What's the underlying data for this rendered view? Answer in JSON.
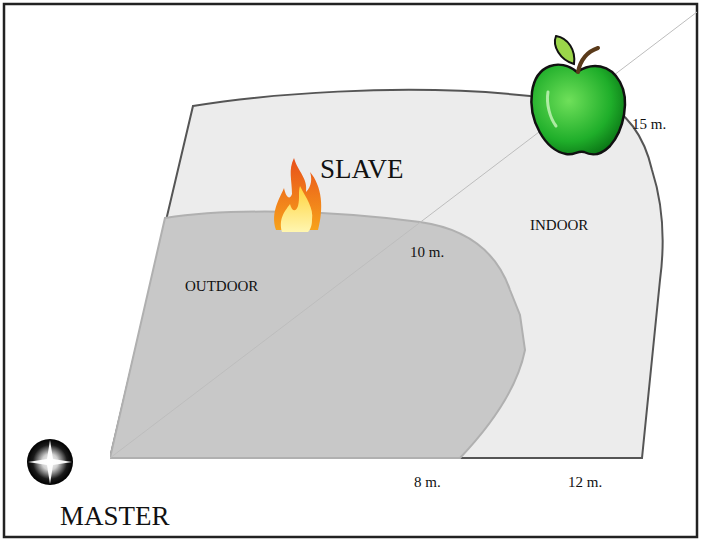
{
  "diagram": {
    "nodes": [
      {
        "text": [
          "INDOOR"
        ]
      },
      {
        "text": [
          "OUTDOOR"
        ],
        "in": 0
      }
    ],
    "labels": [
      "SLAVE",
      "MASTER",
      "10 m.",
      "15 m.",
      "8 m.",
      "12 m."
    ]
  }
}
